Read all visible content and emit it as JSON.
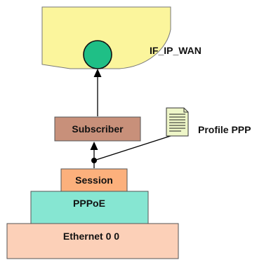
{
  "diagram": {
    "interface_label": "IF_IP_WAN",
    "subscriber_label": "Subscriber",
    "profile_label": "Profile PPP",
    "session_label": "Session",
    "pppoe_label": "PPPoE",
    "ethernet_label": "Ethernet 0 0"
  },
  "colors": {
    "interface_fill": "#fbf59c",
    "interface_dot": "#1fbf86",
    "subscriber_fill": "#c8907a",
    "session_fill": "#fcb07c",
    "pppoe_fill": "#86e6d2",
    "ethernet_fill": "#fcd0b8",
    "document_fill": "#eef6c8"
  }
}
